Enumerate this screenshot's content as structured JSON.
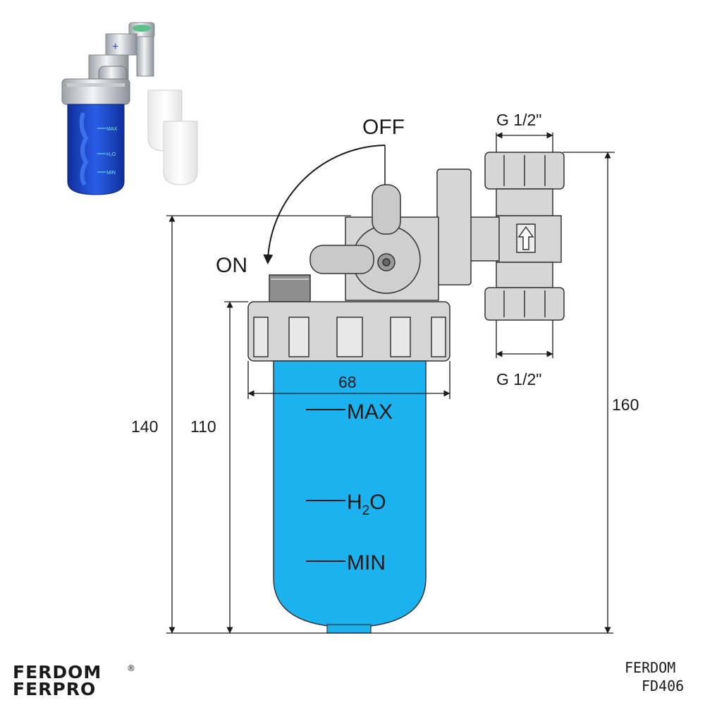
{
  "diagram": {
    "valve": {
      "off_label": "OFF",
      "on_label": "ON"
    },
    "connections": {
      "top_label": "G 1/2\"",
      "bottom_label": "G 1/2\""
    },
    "dimensions": {
      "width_68": "68",
      "height_110": "110",
      "height_140": "140",
      "height_160": "160"
    },
    "bowl_levels": {
      "max": "MAX",
      "h2o_main": "H",
      "h2o_sub": "2",
      "h2o_end": "O",
      "min": "MIN"
    },
    "thumbnail": {
      "max": "MAX",
      "h2o": "H₂O",
      "min": "MIN"
    }
  },
  "brand": {
    "logo_line1": "FERDOM",
    "logo_line2": "FERPRO",
    "registered": "®",
    "corner_line1": "FERDOM",
    "corner_line2": "FD406"
  },
  "colors": {
    "bowl_fill": "#1cb2f0",
    "thumbnail_bowl": "#1e46c8",
    "gray_body": "#d6d6d6",
    "outline": "#333333"
  }
}
